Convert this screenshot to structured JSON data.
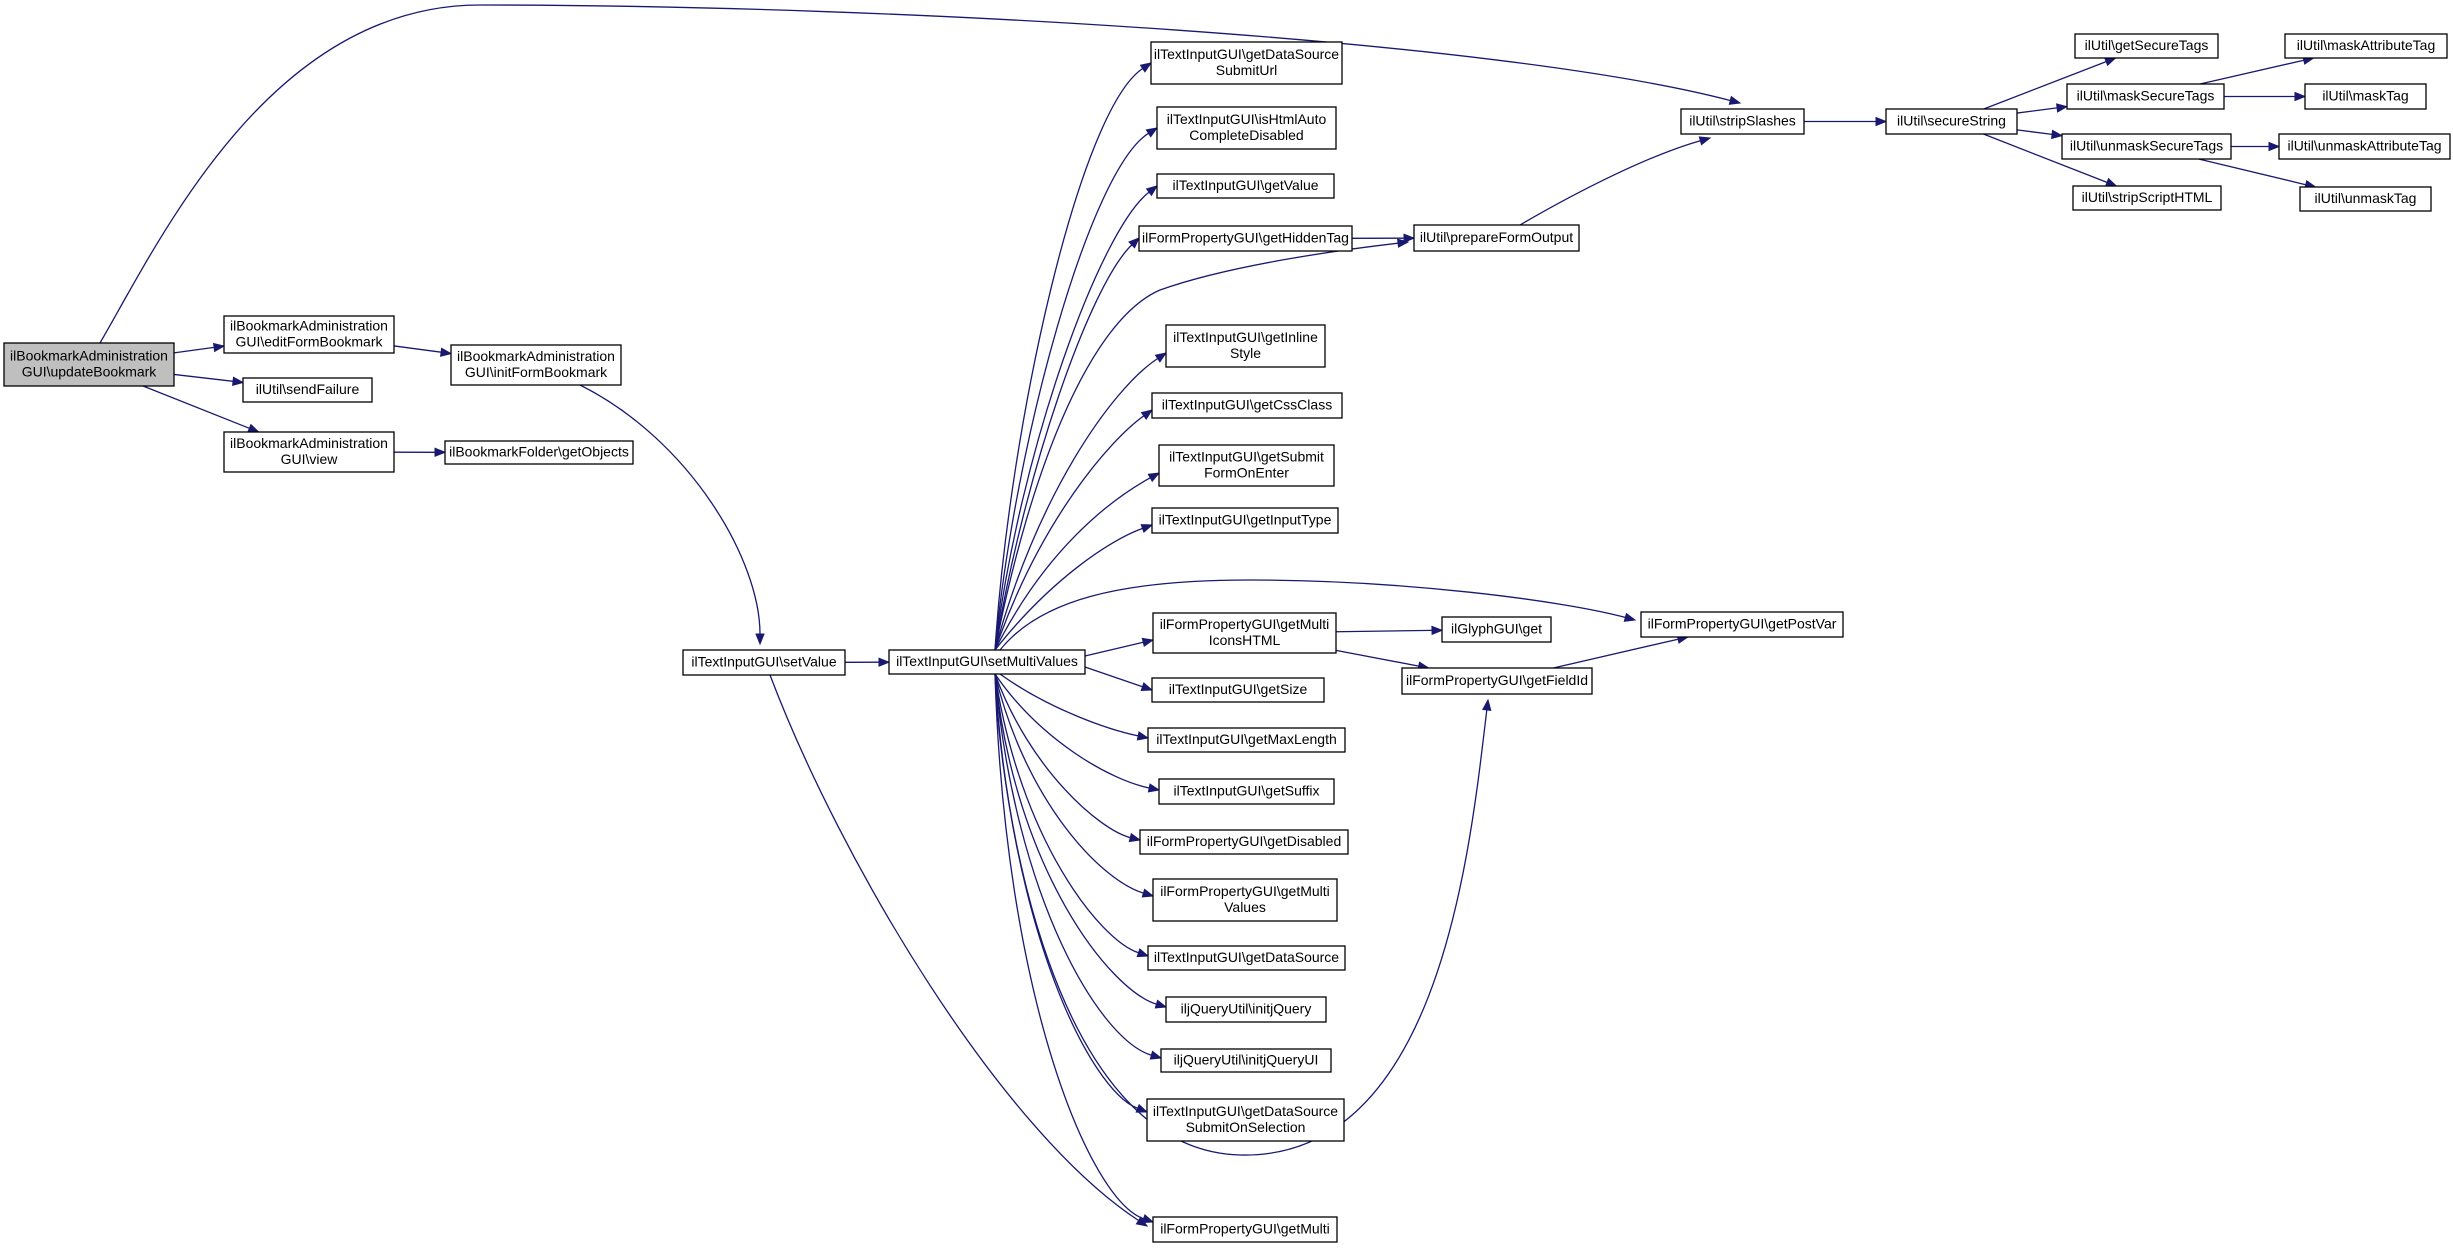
{
  "graph": {
    "edge_color": "#191970",
    "root_fill": "#bfbfbf",
    "nodes": [
      {
        "id": "n_root",
        "lines": [
          "ilBookmarkAdministration",
          "GUI\\updateBookmark"
        ],
        "root": true
      },
      {
        "id": "n_editForm",
        "lines": [
          "ilBookmarkAdministration",
          "GUI\\editFormBookmark"
        ]
      },
      {
        "id": "n_sendFailure",
        "lines": [
          "ilUtil\\sendFailure"
        ]
      },
      {
        "id": "n_view",
        "lines": [
          "ilBookmarkAdministration",
          "GUI\\view"
        ]
      },
      {
        "id": "n_initForm",
        "lines": [
          "ilBookmarkAdministration",
          "GUI\\initFormBookmark"
        ]
      },
      {
        "id": "n_getObjects",
        "lines": [
          "ilBookmarkFolder\\getObjects"
        ]
      },
      {
        "id": "n_setValue",
        "lines": [
          "ilTextInputGUI\\setValue"
        ]
      },
      {
        "id": "n_setMulti",
        "lines": [
          "ilTextInputGUI\\setMultiValues"
        ]
      },
      {
        "id": "n_dsSubmitUrl",
        "lines": [
          "ilTextInputGUI\\getDataSource",
          "SubmitUrl"
        ]
      },
      {
        "id": "n_isHtmlAuto",
        "lines": [
          "ilTextInputGUI\\isHtmlAuto",
          "CompleteDisabled"
        ]
      },
      {
        "id": "n_getValue",
        "lines": [
          "ilTextInputGUI\\getValue"
        ]
      },
      {
        "id": "n_hiddenTag",
        "lines": [
          "ilFormPropertyGUI\\getHiddenTag"
        ]
      },
      {
        "id": "n_inlineStyle",
        "lines": [
          "ilTextInputGUI\\getInline",
          "Style"
        ]
      },
      {
        "id": "n_cssClass",
        "lines": [
          "ilTextInputGUI\\getCssClass"
        ]
      },
      {
        "id": "n_submitOnEnter",
        "lines": [
          "ilTextInputGUI\\getSubmit",
          "FormOnEnter"
        ]
      },
      {
        "id": "n_inputType",
        "lines": [
          "ilTextInputGUI\\getInputType"
        ]
      },
      {
        "id": "n_multiIcons",
        "lines": [
          "ilFormPropertyGUI\\getMulti",
          "IconsHTML"
        ]
      },
      {
        "id": "n_getSize",
        "lines": [
          "ilTextInputGUI\\getSize"
        ]
      },
      {
        "id": "n_maxLength",
        "lines": [
          "ilTextInputGUI\\getMaxLength"
        ]
      },
      {
        "id": "n_getSuffix",
        "lines": [
          "ilTextInputGUI\\getSuffix"
        ]
      },
      {
        "id": "n_getDisabled",
        "lines": [
          "ilFormPropertyGUI\\getDisabled"
        ]
      },
      {
        "id": "n_multiValues",
        "lines": [
          "ilFormPropertyGUI\\getMulti",
          "Values"
        ]
      },
      {
        "id": "n_dataSource",
        "lines": [
          "ilTextInputGUI\\getDataSource"
        ]
      },
      {
        "id": "n_initjQuery",
        "lines": [
          "iljQueryUtil\\initjQuery"
        ]
      },
      {
        "id": "n_initjQueryUI",
        "lines": [
          "iljQueryUtil\\initjQueryUI"
        ]
      },
      {
        "id": "n_dsSubmitSel",
        "lines": [
          "ilTextInputGUI\\getDataSource",
          "SubmitOnSelection"
        ]
      },
      {
        "id": "n_getMulti",
        "lines": [
          "ilFormPropertyGUI\\getMulti"
        ]
      },
      {
        "id": "n_prepareForm",
        "lines": [
          "ilUtil\\prepareFormOutput"
        ]
      },
      {
        "id": "n_glyph",
        "lines": [
          "ilGlyphGUI\\get"
        ]
      },
      {
        "id": "n_fieldId",
        "lines": [
          "ilFormPropertyGUI\\getFieldId"
        ]
      },
      {
        "id": "n_postVar",
        "lines": [
          "ilFormPropertyGUI\\getPostVar"
        ]
      },
      {
        "id": "n_stripSlashes",
        "lines": [
          "ilUtil\\stripSlashes"
        ]
      },
      {
        "id": "n_secureString",
        "lines": [
          "ilUtil\\secureString"
        ]
      },
      {
        "id": "n_getSecureTags",
        "lines": [
          "ilUtil\\getSecureTags"
        ]
      },
      {
        "id": "n_maskSecureTags",
        "lines": [
          "ilUtil\\maskSecureTags"
        ]
      },
      {
        "id": "n_unmaskSecureTags",
        "lines": [
          "ilUtil\\unmaskSecureTags"
        ]
      },
      {
        "id": "n_stripScript",
        "lines": [
          "ilUtil\\stripScriptHTML"
        ]
      },
      {
        "id": "n_maskAttr",
        "lines": [
          "ilUtil\\maskAttributeTag"
        ]
      },
      {
        "id": "n_maskTag",
        "lines": [
          "ilUtil\\maskTag"
        ]
      },
      {
        "id": "n_unmaskAttr",
        "lines": [
          "ilUtil\\unmaskAttributeTag"
        ]
      },
      {
        "id": "n_unmaskTag",
        "lines": [
          "ilUtil\\unmaskTag"
        ]
      }
    ],
    "edges": [
      {
        "from": "n_root",
        "to": "n_editForm"
      },
      {
        "from": "n_root",
        "to": "n_sendFailure"
      },
      {
        "from": "n_root",
        "to": "n_view"
      },
      {
        "from": "n_root",
        "to": "n_stripSlashes"
      },
      {
        "from": "n_editForm",
        "to": "n_initForm"
      },
      {
        "from": "n_view",
        "to": "n_getObjects"
      },
      {
        "from": "n_initForm",
        "to": "n_setValue"
      },
      {
        "from": "n_setValue",
        "to": "n_setMulti"
      },
      {
        "from": "n_setValue",
        "to": "n_getMulti"
      },
      {
        "from": "n_setMulti",
        "to": "n_dsSubmitUrl"
      },
      {
        "from": "n_setMulti",
        "to": "n_isHtmlAuto"
      },
      {
        "from": "n_setMulti",
        "to": "n_getValue"
      },
      {
        "from": "n_setMulti",
        "to": "n_hiddenTag"
      },
      {
        "from": "n_setMulti",
        "to": "n_prepareForm"
      },
      {
        "from": "n_setMulti",
        "to": "n_inlineStyle"
      },
      {
        "from": "n_setMulti",
        "to": "n_cssClass"
      },
      {
        "from": "n_setMulti",
        "to": "n_submitOnEnter"
      },
      {
        "from": "n_setMulti",
        "to": "n_inputType"
      },
      {
        "from": "n_setMulti",
        "to": "n_postVar"
      },
      {
        "from": "n_setMulti",
        "to": "n_multiIcons"
      },
      {
        "from": "n_setMulti",
        "to": "n_getSize"
      },
      {
        "from": "n_setMulti",
        "to": "n_maxLength"
      },
      {
        "from": "n_setMulti",
        "to": "n_getSuffix"
      },
      {
        "from": "n_setMulti",
        "to": "n_getDisabled"
      },
      {
        "from": "n_setMulti",
        "to": "n_multiValues"
      },
      {
        "from": "n_setMulti",
        "to": "n_dataSource"
      },
      {
        "from": "n_setMulti",
        "to": "n_initjQuery"
      },
      {
        "from": "n_setMulti",
        "to": "n_initjQueryUI"
      },
      {
        "from": "n_setMulti",
        "to": "n_dsSubmitSel"
      },
      {
        "from": "n_setMulti",
        "to": "n_getMulti"
      },
      {
        "from": "n_setMulti",
        "to": "n_fieldId"
      },
      {
        "from": "n_hiddenTag",
        "to": "n_prepareForm"
      },
      {
        "from": "n_prepareForm",
        "to": "n_stripSlashes"
      },
      {
        "from": "n_multiIcons",
        "to": "n_glyph"
      },
      {
        "from": "n_multiIcons",
        "to": "n_fieldId"
      },
      {
        "from": "n_fieldId",
        "to": "n_postVar"
      },
      {
        "from": "n_stripSlashes",
        "to": "n_secureString"
      },
      {
        "from": "n_secureString",
        "to": "n_getSecureTags"
      },
      {
        "from": "n_secureString",
        "to": "n_maskSecureTags"
      },
      {
        "from": "n_secureString",
        "to": "n_unmaskSecureTags"
      },
      {
        "from": "n_secureString",
        "to": "n_stripScript"
      },
      {
        "from": "n_maskSecureTags",
        "to": "n_maskAttr"
      },
      {
        "from": "n_maskSecureTags",
        "to": "n_maskTag"
      },
      {
        "from": "n_unmaskSecureTags",
        "to": "n_unmaskAttr"
      },
      {
        "from": "n_unmaskSecureTags",
        "to": "n_unmaskTag"
      }
    ]
  }
}
